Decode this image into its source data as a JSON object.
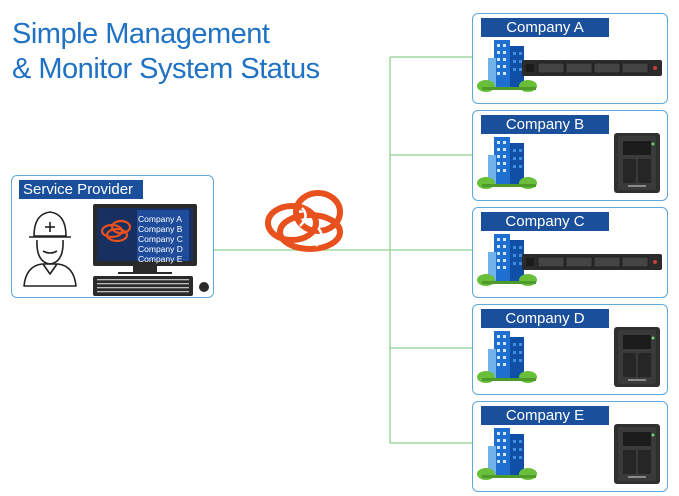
{
  "title": {
    "line1": "Simple Management",
    "line2": "& Monitor System Status"
  },
  "service_provider": {
    "label": "Service Provider",
    "screen_list": [
      "Company A",
      "Company B",
      "Company C",
      "Company D",
      "Company E"
    ]
  },
  "companies": [
    {
      "label": "Company A",
      "device": "rackmount-nas"
    },
    {
      "label": "Company B",
      "device": "desktop-nas"
    },
    {
      "label": "Company C",
      "device": "rackmount-nas"
    },
    {
      "label": "Company D",
      "device": "desktop-nas"
    },
    {
      "label": "Company E",
      "device": "desktop-nas"
    }
  ],
  "colors": {
    "title": "#1f72c4",
    "label_bg": "#1a4f9c",
    "box_border": "#5fa8dc",
    "connector": "#8fd08f",
    "logo": "#e8501e"
  },
  "icons": {
    "logo": "cloud-knot-logo-icon",
    "worker": "engineer-icon",
    "building": "office-building-icon"
  }
}
